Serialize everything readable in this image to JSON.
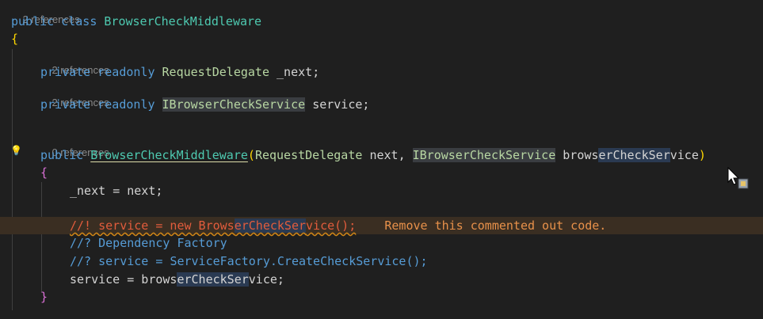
{
  "lens": {
    "class_refs": "2 references",
    "next_refs": "2 references",
    "service_refs": "2 references",
    "ctor_refs": "0 references"
  },
  "code": {
    "kw_public": "public",
    "kw_class": "class",
    "kw_private": "private",
    "kw_readonly": "readonly",
    "kw_new": "new",
    "class_name": "BrowserCheckMiddleware",
    "type_request_delegate": "RequestDelegate",
    "type_ibrowser_check_service": "IBrowserCheckService",
    "field_next": "_next",
    "field_service": "service",
    "param_next": "next",
    "param_browser_prefix": "brows",
    "param_browser_hl": "erCheckSer",
    "param_browser_suffix": "vice",
    "brace_open": "{",
    "brace_close": "}",
    "paren_open": "(",
    "paren_close": ")",
    "semicolon": ";",
    "comma": ",",
    "assign": "=",
    "assign_next_stmt_left": "_next",
    "assign_next_stmt_right": "next;",
    "comment1_prefix": "//! service = new Brows",
    "comment1_hl": "erCheckSer",
    "comment1_suffix": "vice();",
    "comment2": "//? Dependency Factory",
    "comment3_prefix": "//? service = ",
    "comment3_cls": "ServiceFactory",
    "comment3_dot": ".",
    "comment3_fn": "CreateCheckService",
    "comment3_suffix": "();",
    "stmt_service_left": "service = brows",
    "stmt_service_hl": "erCheckSer",
    "stmt_service_suffix": "vice;"
  },
  "diagnostic": {
    "message": "Remove this commented out code."
  },
  "icons": {
    "lightbulb": "lightbulb-icon",
    "cursor": "mouse-cursor-icon"
  },
  "colors": {
    "background": "#1f1f1f",
    "keyword": "#569cd6",
    "class": "#4ec9b0",
    "warning": "#e8914a"
  }
}
